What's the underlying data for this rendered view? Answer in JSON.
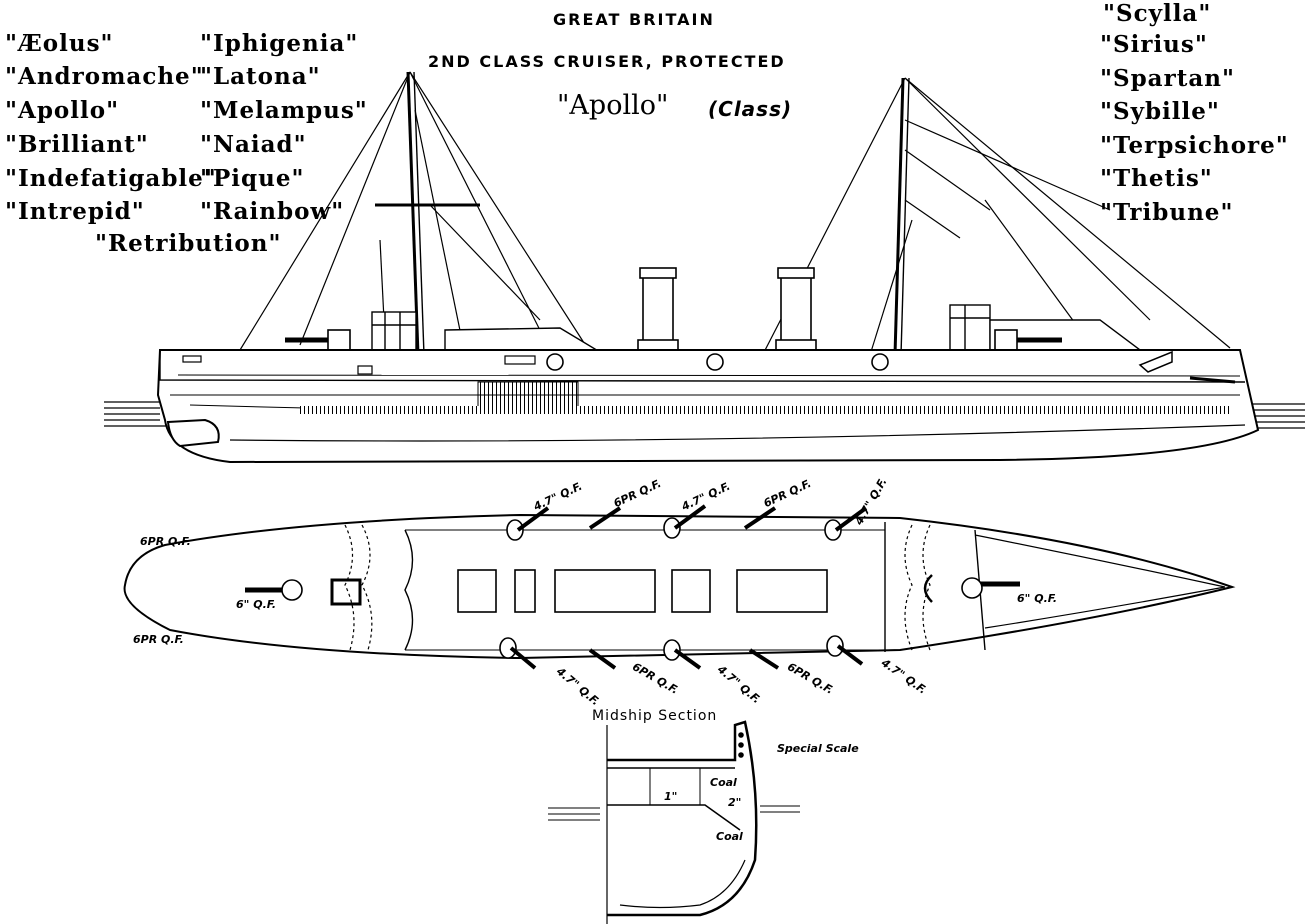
{
  "header": {
    "country": "GREAT BRITAIN",
    "classification": "2ND CLASS CRUISER, PROTECTED",
    "class_name": "\"Apollo\"",
    "class_suffix": "(Class)"
  },
  "ships_left_col1": [
    "\"Æolus\"",
    "\"Andromache\"",
    "\"Apollo\"",
    "\"Brilliant\"",
    "\"Indefatigable\"",
    "\"Intrepid\""
  ],
  "ships_left_col2": [
    "\"Iphigenia\"",
    "\"Latona\"",
    "\"Melampus\"",
    "\"Naiad\"",
    "\"Pique\"",
    "\"Rainbow\""
  ],
  "ship_retribution": "\"Retribution\"",
  "ships_right": [
    "\"Scylla\"",
    "\"Sirius\"",
    "\"Spartan\"",
    "\"Sybille\"",
    "\"Terpsichore\"",
    "\"Thetis\"",
    "\"Tribune\""
  ],
  "plan_labels": {
    "stern_upper": "6PR Q.F.",
    "stern_lower": "6PR Q.F.",
    "stern_gun": "6\" Q.F.",
    "bow_gun": "6\" Q.F.",
    "top_guns": [
      "4.7\" Q.F.",
      "6PR Q.F.",
      "4.7\" Q.F.",
      "6PR Q.F.",
      "4.7\" Q.F."
    ],
    "bottom_guns": [
      "4.7\" Q.F.",
      "6PR Q.F.",
      "4.7\" Q.F.",
      "6PR Q.F.",
      "4.7\" Q.F."
    ]
  },
  "midship": {
    "title": "Midship Section",
    "scale_note": "Special Scale",
    "coal_upper": "Coal",
    "coal_lower": "Coal",
    "armor_2": "2\"",
    "armor_1": "1\""
  }
}
